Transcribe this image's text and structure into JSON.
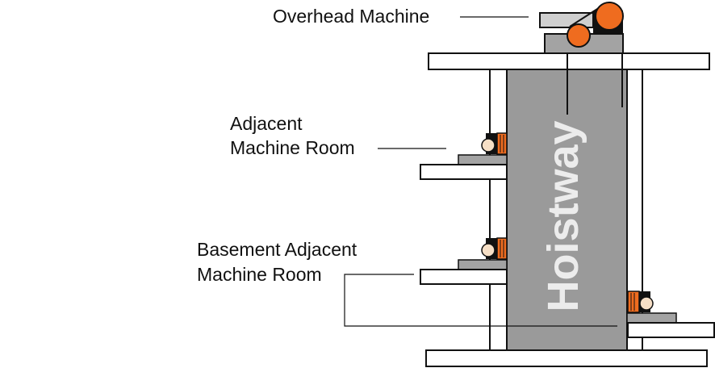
{
  "labels": {
    "overhead": "Overhead Machine",
    "adjacent_line1": "Adjacent",
    "adjacent_line2": "Machine Room",
    "basement_line1": "Basement Adjacent",
    "basement_line2": "Machine Room",
    "hoistway": "Hoistway"
  },
  "colors": {
    "hoistway_fill": "#9a9a9a",
    "hoistway_text": "#ececec",
    "ledge_fill": "#a3a3a3",
    "machine_accent": "#ef6c1f",
    "sheave_fill": "#ef6c1f",
    "outline": "#111111",
    "slab_fill": "#ffffff",
    "roller_fill": "#f6dfc6"
  },
  "icons": {
    "sheave": "sheave-icon",
    "machine": "machine-icon"
  }
}
